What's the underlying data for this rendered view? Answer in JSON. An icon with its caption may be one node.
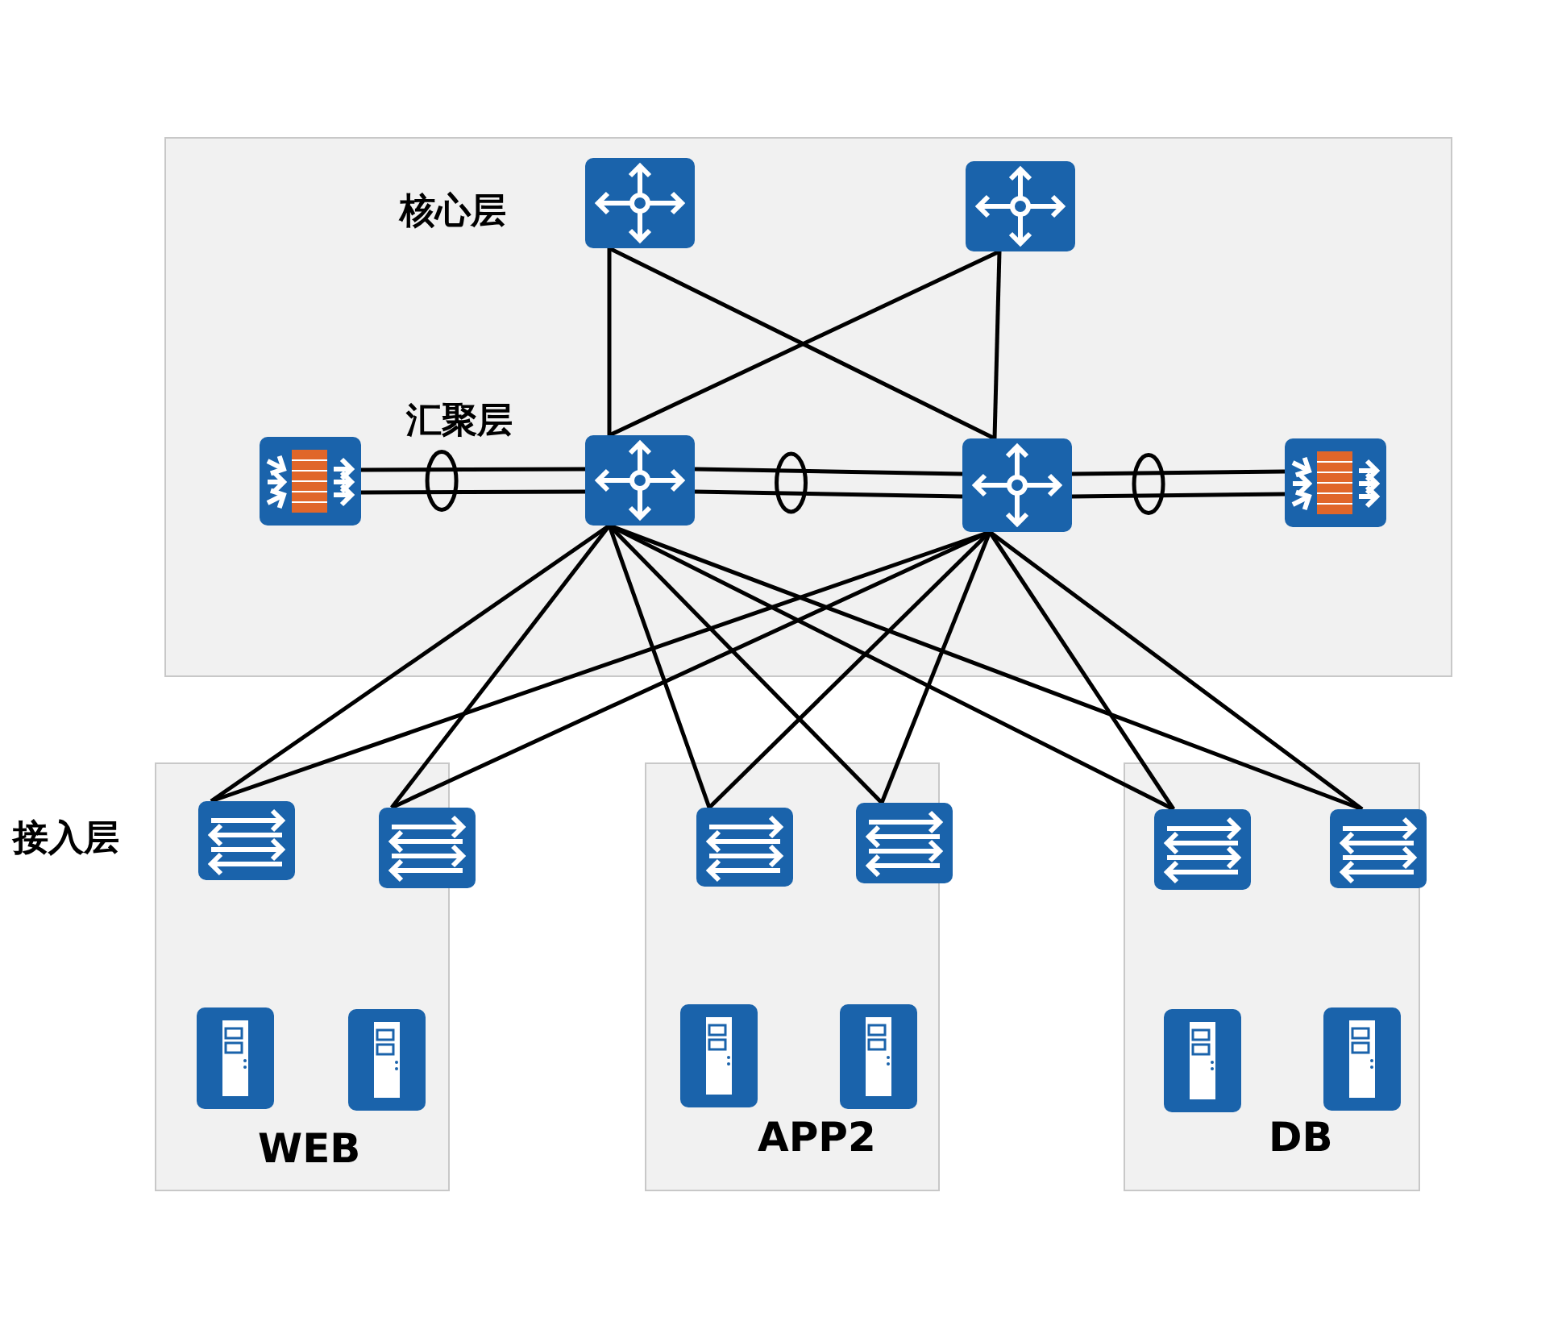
{
  "diagram": {
    "nodes": [
      {
        "text": [
          "核心层",
          "汇聚层"
        ]
      },
      {
        "text": [],
        "shape": "router",
        "in": 0
      },
      {
        "text": [],
        "shape": "router",
        "in": 0
      },
      {
        "text": [],
        "shape": "firewall",
        "in": 0
      },
      {
        "text": [],
        "shape": "router",
        "in": 0
      },
      {
        "text": [],
        "shape": "router",
        "in": 0
      },
      {
        "text": [],
        "shape": "firewall",
        "in": 0
      },
      {
        "text": [
          "WEB"
        ]
      },
      {
        "text": [],
        "shape": "switch",
        "in": 7
      },
      {
        "text": [],
        "shape": "switch"
      },
      {
        "text": [],
        "shape": "server",
        "in": 7
      },
      {
        "text": [],
        "shape": "server",
        "in": 7
      },
      {
        "text": [
          "APP2"
        ]
      },
      {
        "text": [],
        "shape": "switch",
        "in": 12
      },
      {
        "text": [],
        "shape": "switch"
      },
      {
        "text": [],
        "shape": "server",
        "in": 12
      },
      {
        "text": [],
        "shape": "server",
        "in": 12
      },
      {
        "text": [
          "DB"
        ]
      },
      {
        "text": [],
        "shape": "switch",
        "in": 17
      },
      {
        "text": [],
        "shape": "switch"
      },
      {
        "text": [],
        "shape": "server",
        "in": 17
      },
      {
        "text": [],
        "shape": "server",
        "in": 17
      }
    ],
    "edges": [
      {
        "from": 1,
        "to": 4,
        "arrow": "none"
      },
      {
        "from": 1,
        "to": 5,
        "arrow": "none"
      },
      {
        "from": 2,
        "to": 4,
        "arrow": "none"
      },
      {
        "from": 2,
        "to": 5,
        "arrow": "none"
      },
      {
        "from": 3,
        "to": 4,
        "arrow": "none"
      },
      {
        "from": 4,
        "to": 5,
        "arrow": "none"
      },
      {
        "from": 5,
        "to": 6,
        "arrow": "none"
      },
      {
        "from": 4,
        "to": 8,
        "arrow": "none"
      },
      {
        "from": 4,
        "to": 9,
        "arrow": "none"
      },
      {
        "from": 4,
        "to": 13,
        "arrow": "none"
      },
      {
        "from": 4,
        "to": 14,
        "arrow": "none"
      },
      {
        "from": 4,
        "to": 18,
        "arrow": "none"
      },
      {
        "from": 4,
        "to": 19,
        "arrow": "none"
      },
      {
        "from": 5,
        "to": 8,
        "arrow": "none"
      },
      {
        "from": 5,
        "to": 9,
        "arrow": "none"
      },
      {
        "from": 5,
        "to": 13,
        "arrow": "none"
      },
      {
        "from": 5,
        "to": 14,
        "arrow": "none"
      },
      {
        "from": 5,
        "to": 18,
        "arrow": "none"
      },
      {
        "from": 5,
        "to": 19,
        "arrow": "none"
      }
    ],
    "labels": [
      "接入层"
    ]
  }
}
